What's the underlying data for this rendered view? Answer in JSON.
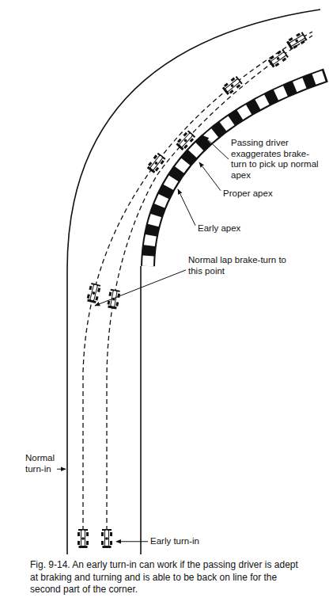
{
  "diagram": {
    "caption": "Fig. 9-14. An early turn-in can work if the passing driver is adept at braking and turning and is able to be back on line for the second part of the corner.",
    "labels": [
      "Passing driver exaggerates brake-turn to pick up normal apex",
      "Proper apex",
      "Early apex",
      "Normal lap brake-turn to this point",
      "Normal turn-in",
      "Early turn-in"
    ]
  }
}
